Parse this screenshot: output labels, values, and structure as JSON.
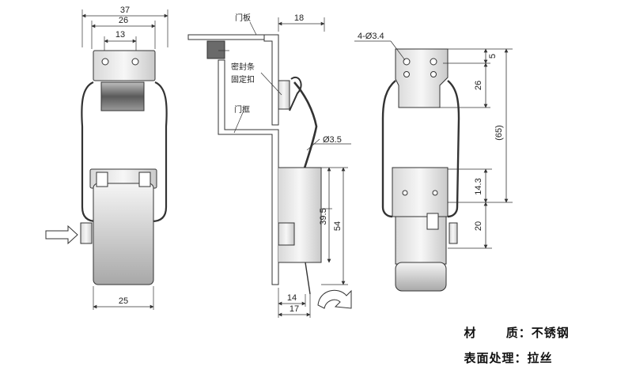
{
  "front_view": {
    "dims": {
      "overall_width": "37",
      "mid_width": "26",
      "hole_spacing": "13",
      "bottom_width": "25"
    }
  },
  "side_view": {
    "labels": {
      "door_panel": "门板",
      "seal_strip": "密封条",
      "fixed_buckle": "固定扣",
      "door_frame": "门框"
    },
    "dims": {
      "offset": "18",
      "wire_dia": "Ø3.5",
      "height_a": "39.5",
      "height_b": "54",
      "depth_a": "14",
      "depth_b": "17"
    }
  },
  "rear_view": {
    "dims": {
      "holes": "4-Ø3.4",
      "v1": "5",
      "v2": "26",
      "v3": "(65)",
      "v4": "14.3",
      "v5": "20"
    }
  },
  "notes": {
    "material_label": "材      质：",
    "material_value": "不锈钢",
    "finish_label": "表面处理：",
    "finish_value": "拉丝"
  },
  "colors": {
    "line": "#333333",
    "metal_light": "#f2f2f2",
    "metal_dark": "#9a9a9a",
    "seal": "#6a6a6a"
  }
}
